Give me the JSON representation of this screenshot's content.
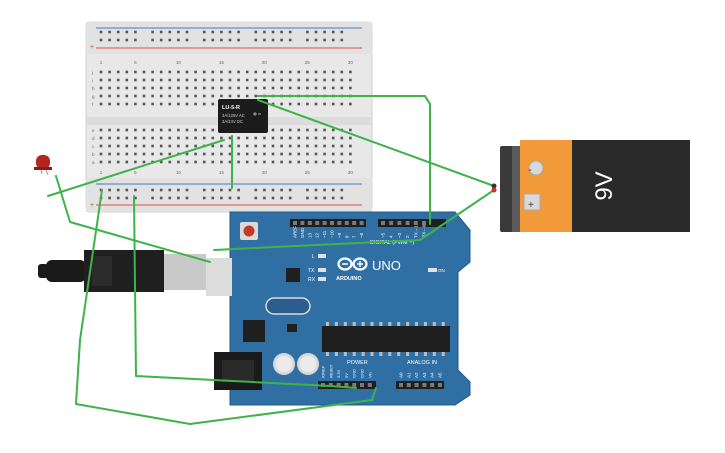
{
  "breadboard": {
    "top_row_numbers": [
      "1",
      "",
      "",
      "",
      "5",
      "",
      "",
      "",
      "",
      "10",
      "",
      "",
      "",
      "",
      "15",
      "",
      "",
      "",
      "",
      "20",
      "",
      "",
      "",
      "",
      "25",
      "",
      "",
      "",
      "",
      "30"
    ],
    "mid_row_numbers": [
      "1",
      "",
      "",
      "",
      "5",
      "",
      "",
      "",
      "",
      "10",
      "",
      "",
      "",
      "",
      "15",
      "",
      "",
      "",
      "",
      "20",
      "",
      "",
      "",
      "",
      "25",
      "",
      "",
      "",
      "",
      "30"
    ],
    "row_letters_top": [
      "j",
      "i",
      "h",
      "g",
      "f"
    ],
    "row_letters_bottom": [
      "e",
      "d",
      "c",
      "b",
      "a"
    ],
    "plus": "+",
    "minus": "-"
  },
  "relay": {
    "name": "LU-5-R",
    "spec1": "3A/125V AC",
    "spec2": "3A/24V  DC"
  },
  "battery": {
    "label": "9V",
    "minus": "-",
    "plus": "+"
  },
  "arduino": {
    "brand": "ARDUINO",
    "model": "UNO",
    "digital_label": "DIGITAL (PWM ~)",
    "power_label": "POWER",
    "analog_label": "ANALOG IN",
    "led_l": "L",
    "led_tx": "TX",
    "led_rx": "RX",
    "led_on": "ON",
    "top_pins": [
      "AREF",
      "GND",
      "13",
      "12",
      "~11",
      "~10",
      "~9",
      "8",
      "7",
      "~6",
      "~5",
      "4",
      "~3",
      "2",
      "TX→1",
      "RX←0"
    ],
    "power_pins": [
      "IOREF",
      "RESET",
      "3.3V",
      "5V",
      "GND",
      "GND",
      "Vin"
    ],
    "analog_pins": [
      "A0",
      "A1",
      "A2",
      "A3",
      "A4",
      "A5"
    ]
  },
  "colors": {
    "board": "#2f6fa3",
    "wire": "#3db34a",
    "battery_orange": "#f29a3a",
    "battery_dark": "#2a2a2a",
    "led_red": "#b3261e",
    "rail_red": "#d9534f",
    "rail_blue": "#4a78c2"
  }
}
